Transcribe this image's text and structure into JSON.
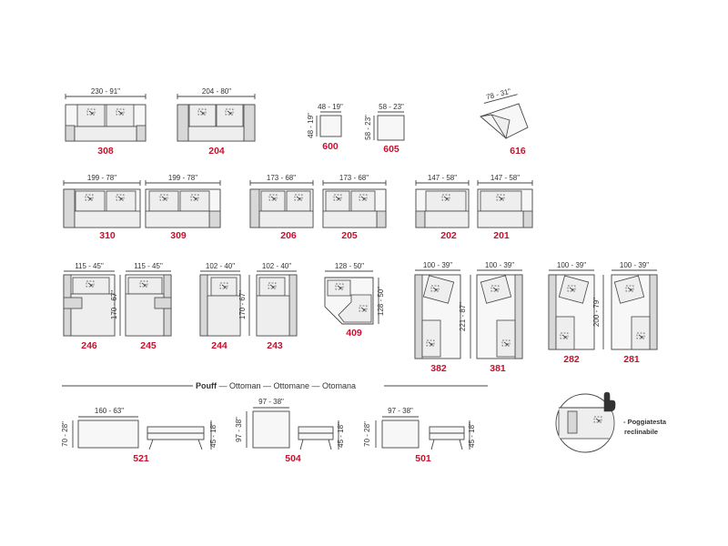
{
  "sofas": {
    "s308": {
      "dim": "230 - 91\"",
      "code": "308"
    },
    "s204": {
      "dim": "204 - 80\"",
      "code": "204"
    },
    "s600": {
      "dim_w": "48 - 19\"",
      "dim_h": "48 - 19\"",
      "code": "600"
    },
    "s605": {
      "dim_w": "58 - 23\"",
      "dim_h": "58 - 23\"",
      "code": "605"
    },
    "s616": {
      "dim": "78 - 31\"",
      "code": "616"
    },
    "s310": {
      "dim": "199 - 78\"",
      "code": "310"
    },
    "s309": {
      "dim": "199 - 78\"",
      "code": "309"
    },
    "s206": {
      "dim": "173 - 68\"",
      "code": "206"
    },
    "s205": {
      "dim": "173 - 68\"",
      "code": "205"
    },
    "s202": {
      "dim": "147 - 58\"",
      "code": "202"
    },
    "s201": {
      "dim": "147 - 58\"",
      "code": "201"
    },
    "s246": {
      "dim": "115 - 45\"",
      "code": "246"
    },
    "s245": {
      "dim": "115 - 45\"",
      "code": "245"
    },
    "s246_245_depth": "170 - 67\"",
    "s244": {
      "dim": "102 - 40\"",
      "code": "244"
    },
    "s243": {
      "dim": "102 - 40\"",
      "code": "243"
    },
    "s244_243_depth": "170 - 67\"",
    "s409": {
      "dim": "128 - 50\"",
      "dim_h": "128 - 50\"",
      "code": "409"
    },
    "s382": {
      "dim": "100 - 39\"",
      "code": "382"
    },
    "s381": {
      "dim": "100 - 39\"",
      "code": "381"
    },
    "s382_381_depth": "221 - 87\"",
    "s282": {
      "dim": "100 - 39\"",
      "code": "282"
    },
    "s281": {
      "dim": "100 - 39\"",
      "code": "281"
    },
    "s282_281_depth": "200 - 79\""
  },
  "pouff": {
    "heading_bold": "Pouff",
    "heading_rest": " — Ottoman — Ottomane — Otomana",
    "p521": {
      "dim_w": "160 - 63\"",
      "dim_h": "70 - 28\"",
      "side_h": "45 - 18\"",
      "code": "521"
    },
    "p504": {
      "dim_w": "97 - 38\"",
      "dim_h": "97 - 38\"",
      "side_h": "45 - 18\"",
      "code": "504"
    },
    "p501": {
      "dim_w": "97 - 38\"",
      "dim_h": "70 - 28\"",
      "side_h": "45 - 18\"",
      "code": "501"
    }
  },
  "legend": {
    "line1": "- Poggiatesta",
    "line2": "reclinabile",
    "icon": "hand-icon"
  },
  "colors": {
    "code": "#c8102e",
    "line": "#444444"
  }
}
